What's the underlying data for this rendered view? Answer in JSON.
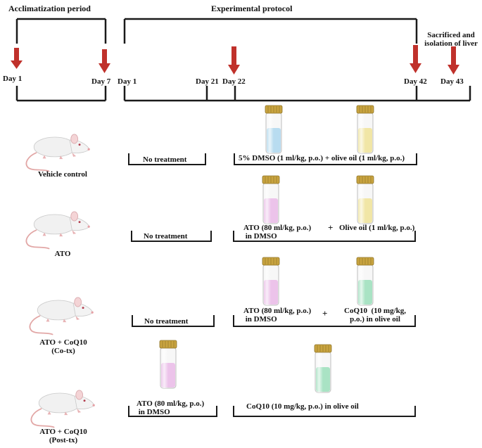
{
  "colors": {
    "arrow": "#c0312b",
    "line": "#1a1a1a",
    "vial_blue": "#b8dcf0",
    "vial_yellow": "#f1e6a6",
    "vial_pink": "#ecc3ea",
    "vial_green": "#a9e3c4",
    "cap": "#c9a440"
  },
  "timeline": {
    "acclimatization_title": "Acclimatization period",
    "experimental_title": "Experimental protocol",
    "sacrifice_label": "Sacrificed and isolation of liver",
    "days": {
      "acc_day1": "Day 1",
      "acc_day7": "Day 7",
      "exp_day1": "Day 1",
      "day21": "Day 21",
      "day22": "Day 22",
      "day42": "Day 42",
      "day43": "Day 43"
    }
  },
  "groups": [
    {
      "name": "Vehicle control",
      "pre_treatment": "No treatment",
      "treatment_text": "5% DMSO (1 ml/kg, p.o.) + olive oil (1 ml/kg, p.o.)",
      "vials": [
        "vial_blue",
        "vial_yellow"
      ]
    },
    {
      "name": "ATO",
      "pre_treatment": "No treatment",
      "treatment_left": "ATO (80 ml/kg, p.o.)\n in DMSO",
      "plus": "+",
      "treatment_right": "Olive oil (1 ml/kg, p.o.)",
      "vials": [
        "vial_pink",
        "vial_yellow"
      ]
    },
    {
      "name": "ATO + CoQ10\n(Co-tx)",
      "pre_treatment": "No treatment",
      "treatment_left": "ATO (80 ml/kg, p.o.)\n in DMSO",
      "plus": "+",
      "treatment_right": "CoQ10  (10 mg/kg,\np.o.) in olive oil",
      "vials": [
        "vial_pink",
        "vial_green"
      ]
    },
    {
      "name": "ATO + CoQ10\n(Post-tx)",
      "pre_treatment": "ATO (80 ml/kg, p.o.)\n in DMSO",
      "treatment_text": "CoQ10  (10 mg/kg, p.o.) in olive oil",
      "vials": [
        "vial_pink",
        "vial_green"
      ]
    }
  ]
}
